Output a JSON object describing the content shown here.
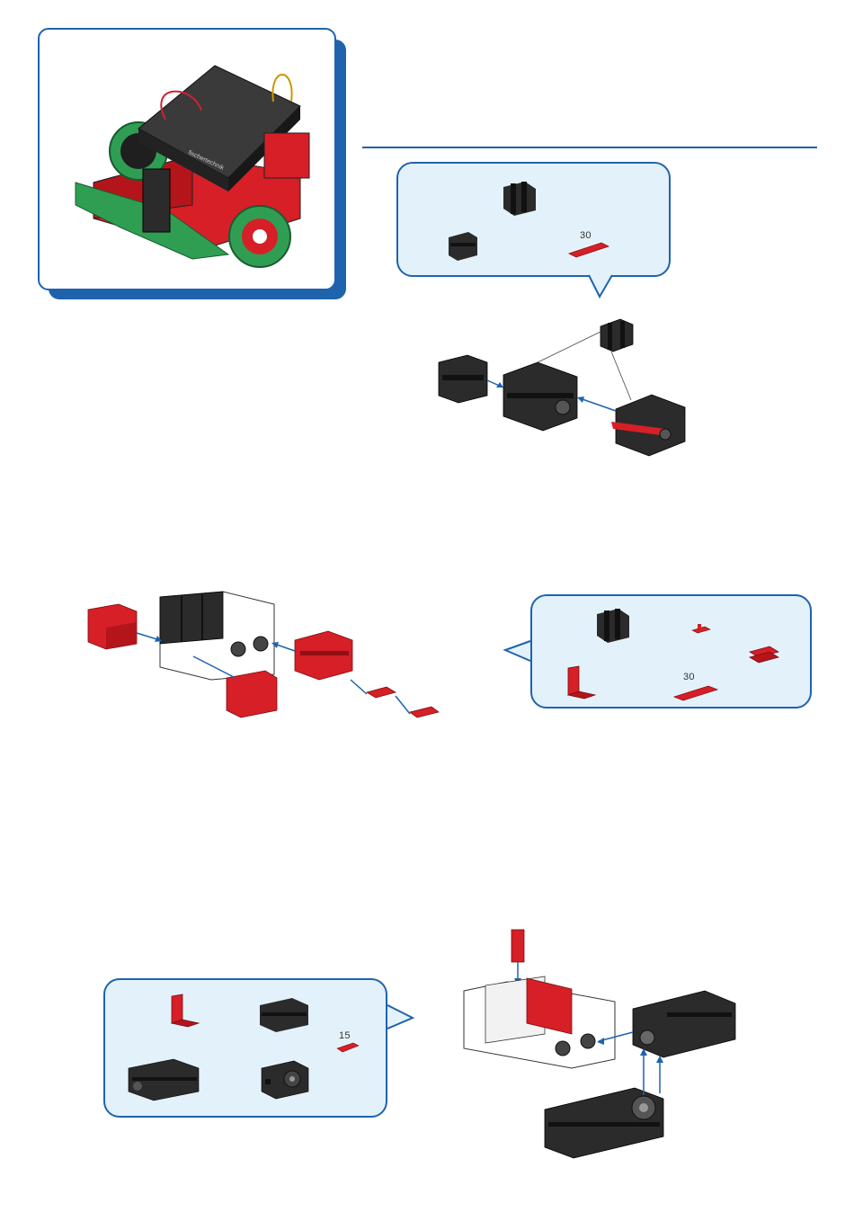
{
  "colors": {
    "accent": "#1f63ad",
    "bubble_fill": "#e3f2fa",
    "part_black": "#2b2b2b",
    "part_red": "#d61f26",
    "part_white": "#ffffff",
    "wheel_green": "#2f9e53"
  },
  "model_preview": {
    "controller_label": "fischertechnik",
    "icons": [
      "robot-model-icon"
    ]
  },
  "steps": [
    {
      "parts": [
        {
          "icon": "building-block-15-black-icon",
          "length": ""
        },
        {
          "icon": "building-block-30-black-icon",
          "length": ""
        },
        {
          "icon": "strut-red-icon",
          "length": "30"
        }
      ]
    },
    {
      "parts": [
        {
          "icon": "building-block-15-black-icon",
          "length": ""
        },
        {
          "icon": "small-connector-red-icon",
          "length": ""
        },
        {
          "icon": "cross-connector-red-icon",
          "length": ""
        },
        {
          "icon": "angle-block-red-icon",
          "length": ""
        },
        {
          "icon": "strut-red-icon",
          "length": "30"
        }
      ]
    },
    {
      "parts": [
        {
          "icon": "angle-block-red-icon",
          "length": ""
        },
        {
          "icon": "building-block-30-black-icon",
          "length": ""
        },
        {
          "icon": "strut-red-icon",
          "length": "15"
        },
        {
          "icon": "gearbox-black-icon",
          "length": ""
        },
        {
          "icon": "motor-black-icon",
          "length": ""
        }
      ]
    }
  ]
}
